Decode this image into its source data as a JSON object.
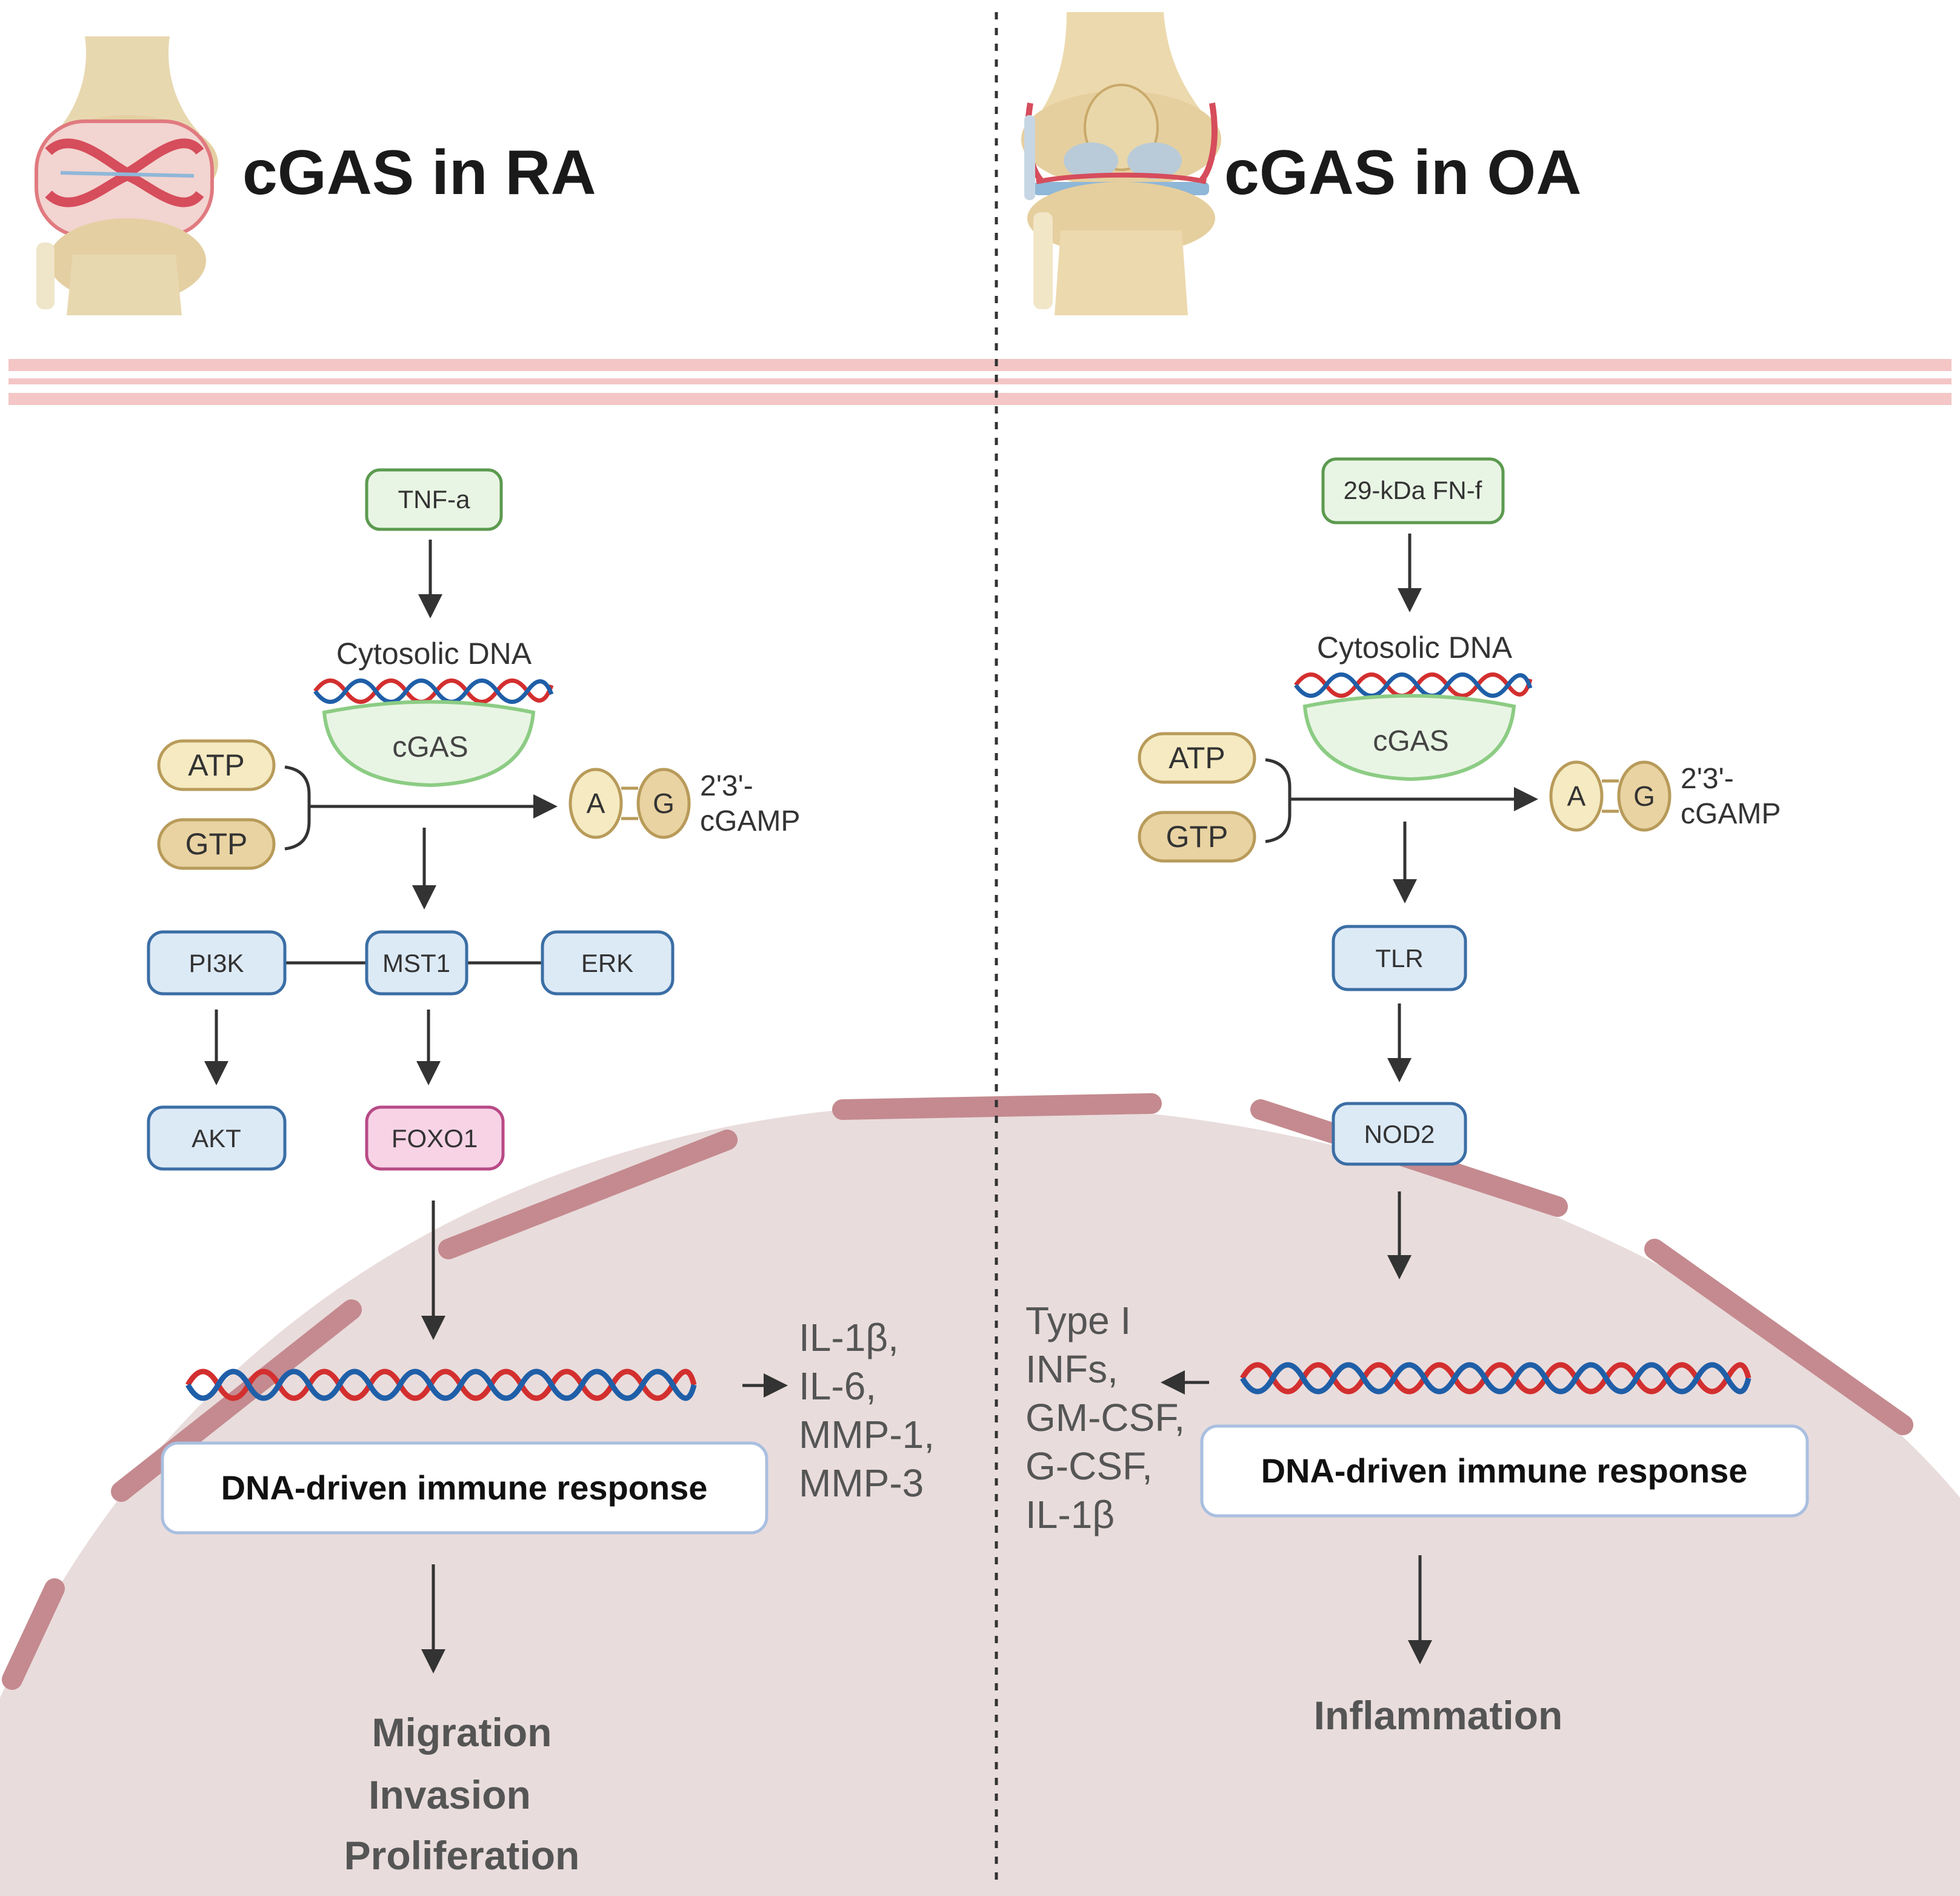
{
  "colors": {
    "nucleus_fill": "#e9dcdc",
    "nuclear_envelope": "#c48a8f",
    "band_pink": "#f4c6c6",
    "green_stroke": "#5c9a50",
    "green_fill": "#e9f5e4",
    "blue_stroke": "#3b6ea5",
    "blue_fill": "#dceaf6",
    "pink_stroke": "#b84a86",
    "pink_fill": "#f8d3e6",
    "atp_fill": "#f5eac1",
    "gtp_fill": "#e9d3a2",
    "dna_red": "#d32f2f",
    "dna_blue": "#1f5fa8"
  },
  "icons": {
    "left": "rheumatoid-arthritis-joint-icon",
    "right": "osteoarthritis-knee-icon"
  },
  "left": {
    "title": "cGAS in RA",
    "stimulus": "TNF-a",
    "cytosolic_dna": "Cytosolic DNA",
    "cgas": "cGAS",
    "atp": "ATP",
    "gtp": "GTP",
    "a": "A",
    "g": "G",
    "cgamp_line1": "2'3'-",
    "cgamp_line2": "cGAMP",
    "pi3k": "PI3K",
    "mst1": "MST1",
    "erk": "ERK",
    "akt": "AKT",
    "foxo1": "FOXO1",
    "response": "DNA-driven immune response",
    "outputs": [
      "IL-1β,",
      "IL-6,",
      "MMP-1,",
      "MMP-3"
    ],
    "outcomes": [
      "Migration",
      "Invasion",
      "Proliferation"
    ]
  },
  "right": {
    "title": "cGAS in OA",
    "stimulus": "29-kDa FN-f",
    "cytosolic_dna": "Cytosolic DNA",
    "cgas": "cGAS",
    "atp": "ATP",
    "gtp": "GTP",
    "a": "A",
    "g": "G",
    "cgamp_line1": "2'3'-",
    "cgamp_line2": "cGAMP",
    "tlr": "TLR",
    "nod2": "NOD2",
    "response": "DNA-driven immune response",
    "outputs": [
      "Type I",
      "INFs,",
      "GM-CSF,",
      "G-CSF,",
      "IL-1β"
    ],
    "outcomes": [
      "Inflammation"
    ]
  }
}
